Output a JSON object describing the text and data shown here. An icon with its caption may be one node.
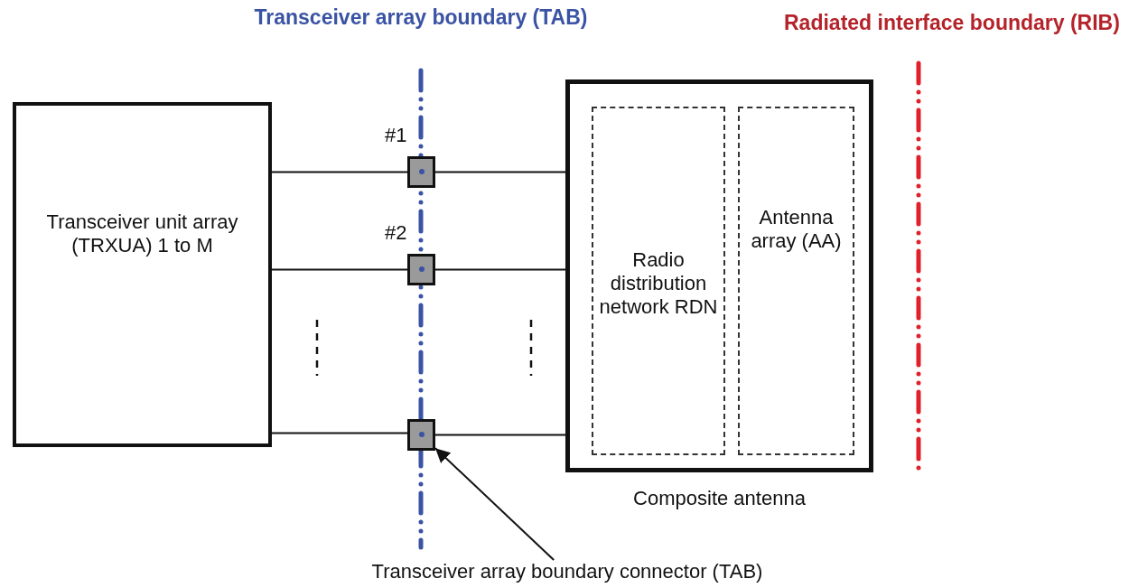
{
  "diagram": {
    "nodes": [
      {
        "text": [
          "Transceiver unit array (TRXUA) 1 to M"
        ]
      },
      {
        "text": [
          "Composite antenna"
        ]
      },
      {
        "text": [
          "Radio distribution network RDN"
        ],
        "in": 1
      },
      {
        "text": [
          "Antenna array (AA)"
        ],
        "in": 1
      },
      {
        "text": [],
        "shape": "box",
        "beside": [
          "#1"
        ]
      },
      {
        "text": [],
        "shape": "box",
        "beside": [
          "#2"
        ]
      },
      {
        "text": [],
        "shape": "box"
      },
      {
        "text": [
          "Transceiver array boundary connector (TAB)"
        ]
      }
    ],
    "edges": [
      {
        "from": 0,
        "to": 4,
        "arrow": "none"
      },
      {
        "from": 4,
        "to": 1,
        "arrow": "none"
      },
      {
        "from": 0,
        "to": 5,
        "arrow": "none"
      },
      {
        "from": 5,
        "to": 1,
        "arrow": "none"
      },
      {
        "from": 0,
        "to": 6,
        "arrow": "none"
      },
      {
        "from": 6,
        "to": 1,
        "arrow": "none"
      },
      {
        "from": 7,
        "to": 6,
        "arrow": "to"
      }
    ],
    "labels": [
      "Transceiver array boundary (TAB)",
      "Radiated interface boundary (RIB)"
    ]
  }
}
